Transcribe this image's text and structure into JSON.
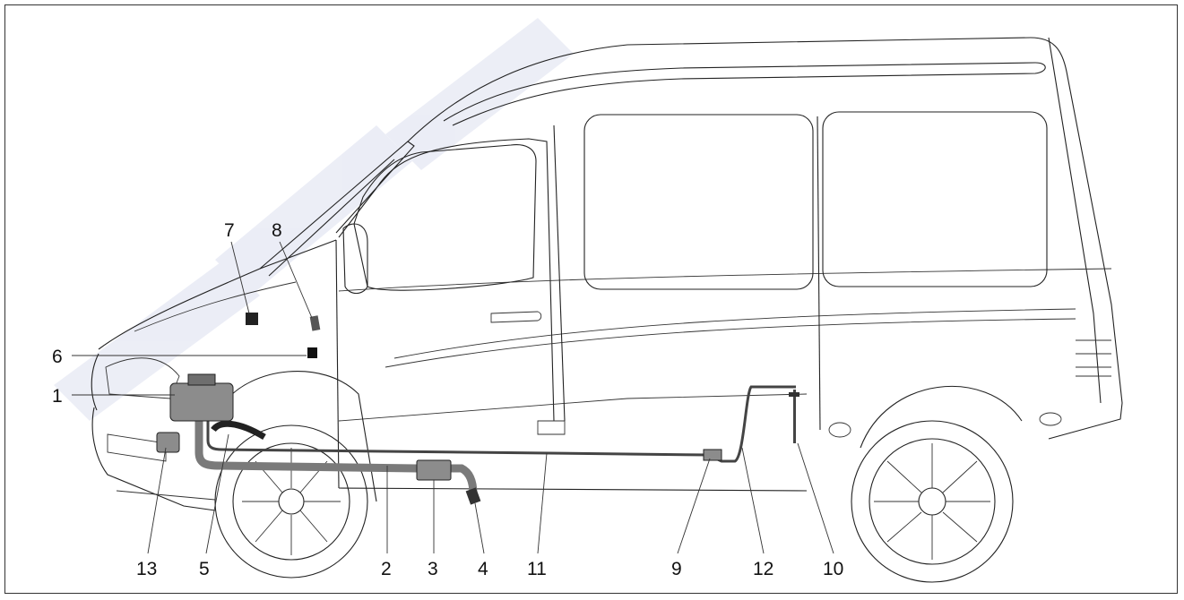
{
  "diagram": {
    "colors": {
      "outline": "#222222",
      "pipe": "#7a7a7a",
      "component": "#8c8c8c",
      "watermark": "#c8cde6"
    },
    "callouts": [
      {
        "id": "1",
        "label": "1"
      },
      {
        "id": "2",
        "label": "2"
      },
      {
        "id": "3",
        "label": "3"
      },
      {
        "id": "4",
        "label": "4"
      },
      {
        "id": "5",
        "label": "5"
      },
      {
        "id": "6",
        "label": "6"
      },
      {
        "id": "7",
        "label": "7"
      },
      {
        "id": "8",
        "label": "8"
      },
      {
        "id": "9",
        "label": "9"
      },
      {
        "id": "10",
        "label": "10"
      },
      {
        "id": "11",
        "label": "11"
      },
      {
        "id": "12",
        "label": "12"
      },
      {
        "id": "13",
        "label": "13"
      }
    ]
  }
}
